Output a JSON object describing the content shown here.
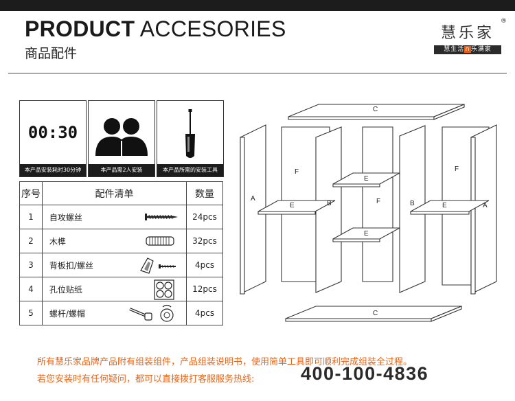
{
  "header": {
    "title_bold": "PRODUCT",
    "title_light": "ACCESORIES",
    "subtitle": "商品配件"
  },
  "brand": {
    "name": "慧乐家",
    "reg_mark": "®",
    "slogan_left": "慧生活",
    "slogan_mid": "∩",
    "slogan_right": "乐满家"
  },
  "cards": [
    {
      "caption": "本产品安装耗时30分钟",
      "timer": "00:30",
      "icon": "timer-icon"
    },
    {
      "caption": "本产品需2人安装",
      "icon": "two-people-icon"
    },
    {
      "caption": "本产品所需的安装工具",
      "icon": "screwdriver-icon"
    }
  ],
  "table": {
    "headers": [
      "序号",
      "配件清单",
      "数量"
    ],
    "rows": [
      {
        "no": "1",
        "name": "自攻螺丝",
        "qty": "24pcs",
        "icon": "self-tapping-screw-icon"
      },
      {
        "no": "2",
        "name": "木榫",
        "qty": "32pcs",
        "icon": "wood-dowel-icon"
      },
      {
        "no": "3",
        "name": "背板扣/螺丝",
        "qty": "4pcs",
        "icon": "back-panel-clip-icon"
      },
      {
        "no": "4",
        "name": "孔位贴纸",
        "qty": "12pcs",
        "icon": "hole-sticker-icon"
      },
      {
        "no": "5",
        "name": "螺杆/螺帽",
        "qty": "4pcs",
        "icon": "bolt-nut-icon"
      }
    ]
  },
  "diagram": {
    "labels": {
      "a": "A",
      "b": "B",
      "c": "C",
      "e": "E",
      "f": "F"
    }
  },
  "footer": {
    "line1": "所有慧乐家品牌产品附有组装组件，产品组装说明书，使用简单工具即可顺利完成组装全过程。",
    "line2": "若您安装时有任何疑问，都可以直接拨打客服服务热线:",
    "phone": "400-100-4836"
  }
}
